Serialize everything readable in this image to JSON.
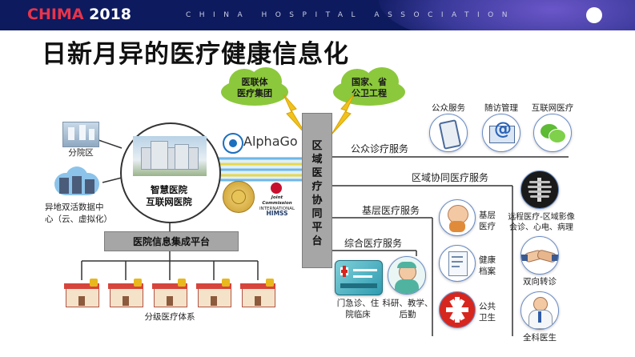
{
  "header": {
    "logo_prefix": "CHIMA",
    "logo_year": " 2018",
    "association": "CHINA HOSPITAL ASSOCIATION"
  },
  "title": "日新月异的医疗健康信息化",
  "left": {
    "branch_label": "分院区",
    "datacenter_label_line1": "异地双活数据中",
    "datacenter_label_line2": "心（云、虚拟化）",
    "hospital_line1": "智慧医院",
    "hospital_line2": "互联网医院",
    "platform_label": "医院信息集成平台",
    "tier_label": "分级医疗体系"
  },
  "clouds": {
    "left_line1": "医联体",
    "left_line2": "医疗集团",
    "right_line1": "国家、省",
    "right_line2": "公卫工程"
  },
  "alphago": "AlphaGo",
  "joint_commission": {
    "name_line1": "Joint Commission",
    "name_line2": "INTERNATIONAL",
    "himss": "HIMSS"
  },
  "regional_platform": [
    "区",
    "域",
    "医",
    "疗",
    "协",
    "同",
    "平",
    "台"
  ],
  "services": {
    "public": "公众诊疗服务",
    "regional": "区域协同医疗服务",
    "primary": "基层医疗服务",
    "comprehensive": "综合医疗服务"
  },
  "top_icons": [
    {
      "label": "公众服务",
      "icon": "mobile-phone-icon"
    },
    {
      "label": "随访管理",
      "icon": "email-icon"
    },
    {
      "label": "互联网医疗",
      "icon": "wechat-icon"
    }
  ],
  "mid_icons": [
    {
      "label_line1": "基层",
      "label_line2": "医疗",
      "icon": "baby-icon"
    },
    {
      "label_line1": "健康",
      "label_line2": "档案",
      "icon": "health-record-icon"
    },
    {
      "label_line1": "公共",
      "label_line2": "卫生",
      "icon": "medical-symbol-icon"
    }
  ],
  "right_icons": [
    {
      "label_line1": "远程医疗-区域影像",
      "label_line2": "会诊、心电、病理",
      "icon": "xray-icon"
    },
    {
      "label_line1": "双向转诊",
      "label_line2": "",
      "icon": "handshake-icon"
    },
    {
      "label_line1": "全科医生",
      "label_line2": "",
      "icon": "doctor-icon"
    }
  ],
  "bottom_icons": [
    {
      "label_line1": "门急诊、住",
      "label_line2": "院临床",
      "icon": "medical-card-icon"
    },
    {
      "label_line1": "科研、教学、",
      "label_line2": "后勤",
      "icon": "nurse-icon"
    }
  ],
  "colors": {
    "header_bg": "#0d1a5e",
    "logo_red": "#e8344a",
    "cloud_green": "#8cc83c",
    "platform_gray": "#a6a6a6",
    "link_blue": "#6fb7e8"
  }
}
